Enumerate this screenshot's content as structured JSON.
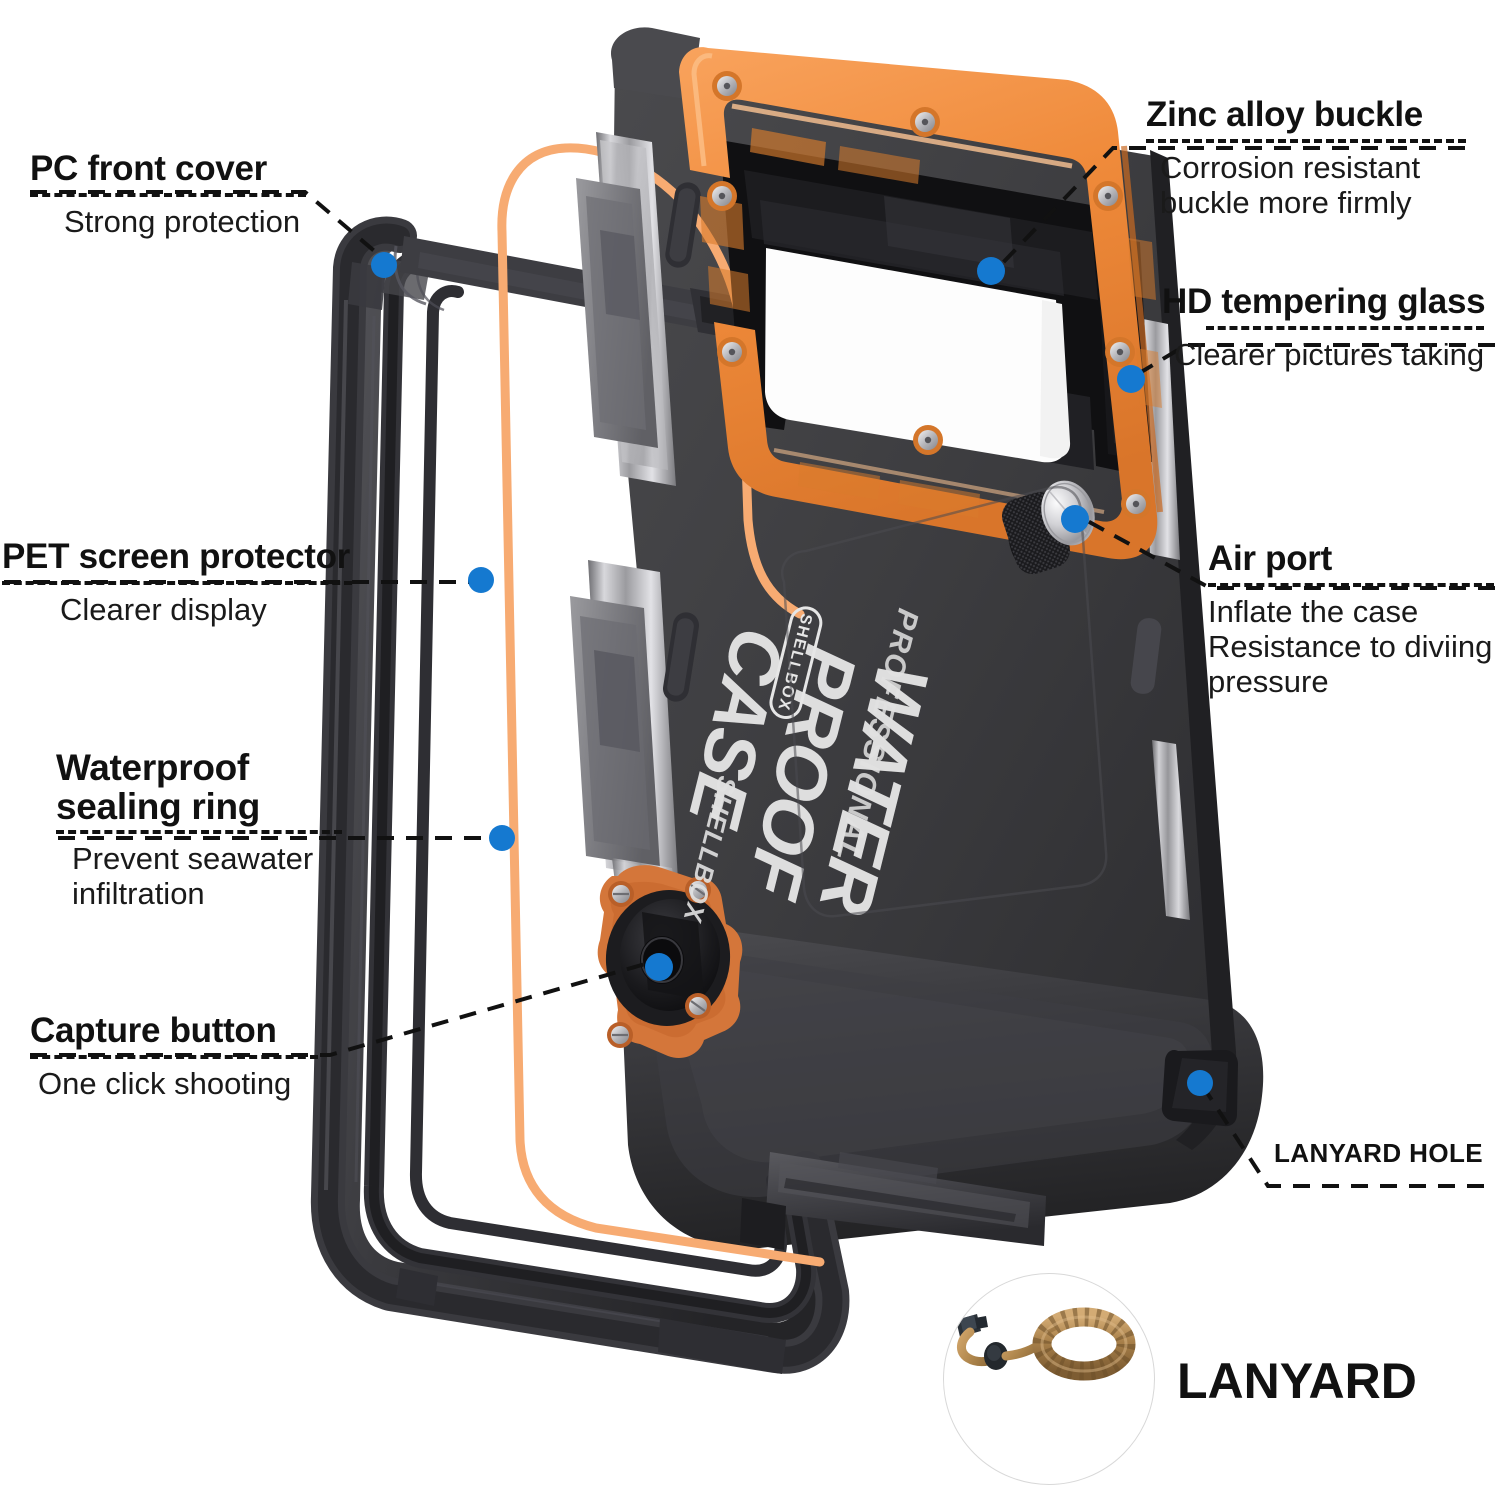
{
  "product": {
    "brand": "SHELLBOX",
    "body_text_main": "WATER PROOF CASE",
    "body_text_line1": "WATER",
    "body_text_line2": "PROOF",
    "body_text_line3": "CASE",
    "body_text_secondary": "PROFESSIONAL",
    "body_text_tertiary": "SHELLBOX",
    "badge_label": "SHELLBOX"
  },
  "colors": {
    "accent_orange": "#f08a3c",
    "accent_orange_light": "#f8b07a",
    "hotspot_blue": "#1579d0",
    "case_dark": "#3a3a3c",
    "case_darker": "#2b2b2d",
    "metal_grey": "#8d8d90",
    "text_black": "#111111",
    "lanyard_tan": "#b58d52",
    "circle_border": "#d8d8d8"
  },
  "callouts": [
    {
      "id": "pc-front-cover",
      "title": "PC front cover",
      "sub": "Strong protection",
      "side": "left"
    },
    {
      "id": "pet-screen-protector",
      "title": "PET screen protector",
      "sub": "Clearer display",
      "side": "left"
    },
    {
      "id": "waterproof-sealing-ring",
      "title": "Waterproof\nsealing ring",
      "title_line1": "Waterproof",
      "title_line2": "sealing ring",
      "sub": "Prevent seawater\ninfiltration",
      "sub_line1": "Prevent seawater",
      "sub_line2": "infiltration",
      "side": "left"
    },
    {
      "id": "capture-button",
      "title": "Capture button",
      "sub": "One click shooting",
      "side": "left"
    },
    {
      "id": "zinc-alloy-buckle",
      "title": "Zinc alloy buckle",
      "sub": "Corrosion resistant\nbuckle more firmly",
      "sub_line1": "Corrosion resistant",
      "sub_line2": "buckle more firmly",
      "side": "right"
    },
    {
      "id": "hd-tempering-glass",
      "title": "HD tempering glass",
      "sub": "Clearer pictures taking",
      "side": "right"
    },
    {
      "id": "air-port",
      "title": "Air port",
      "sub": "Inflate the case\nResistance to diviing\npressure",
      "sub_line1": "Inflate the case",
      "sub_line2": "Resistance to diviing",
      "sub_line3": "pressure",
      "side": "right"
    },
    {
      "id": "lanyard-hole",
      "title": "LANYARD HOLE",
      "sub": "",
      "side": "right"
    }
  ],
  "inset": {
    "label": "LANYARD"
  }
}
